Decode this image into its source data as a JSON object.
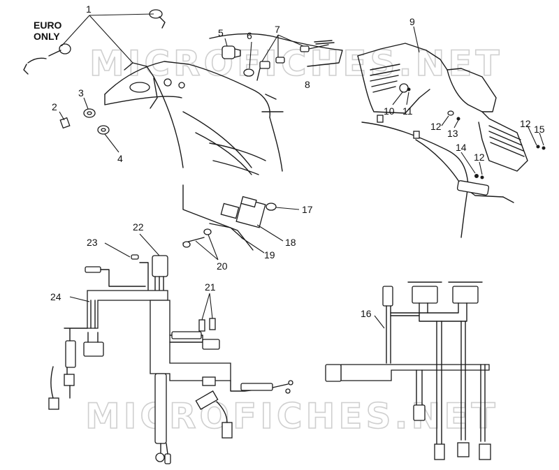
{
  "euro_note": [
    "EURO",
    "ONLY"
  ],
  "watermark": "MICROFICHES.NET",
  "callouts": {
    "c1": "1",
    "c2": "2",
    "c3": "3",
    "c4": "4",
    "c5": "5",
    "c6": "6",
    "c7": "7",
    "c8": "8",
    "c9": "9",
    "c10": "10",
    "c11": "11",
    "c12a": "12",
    "c12b": "12",
    "c12c": "12",
    "c13": "13",
    "c14": "14",
    "c15": "15",
    "c16": "16",
    "c17": "17",
    "c18": "18",
    "c19": "19",
    "c20": "20",
    "c21": "21",
    "c22": "22",
    "c23": "23",
    "c24": "24"
  }
}
